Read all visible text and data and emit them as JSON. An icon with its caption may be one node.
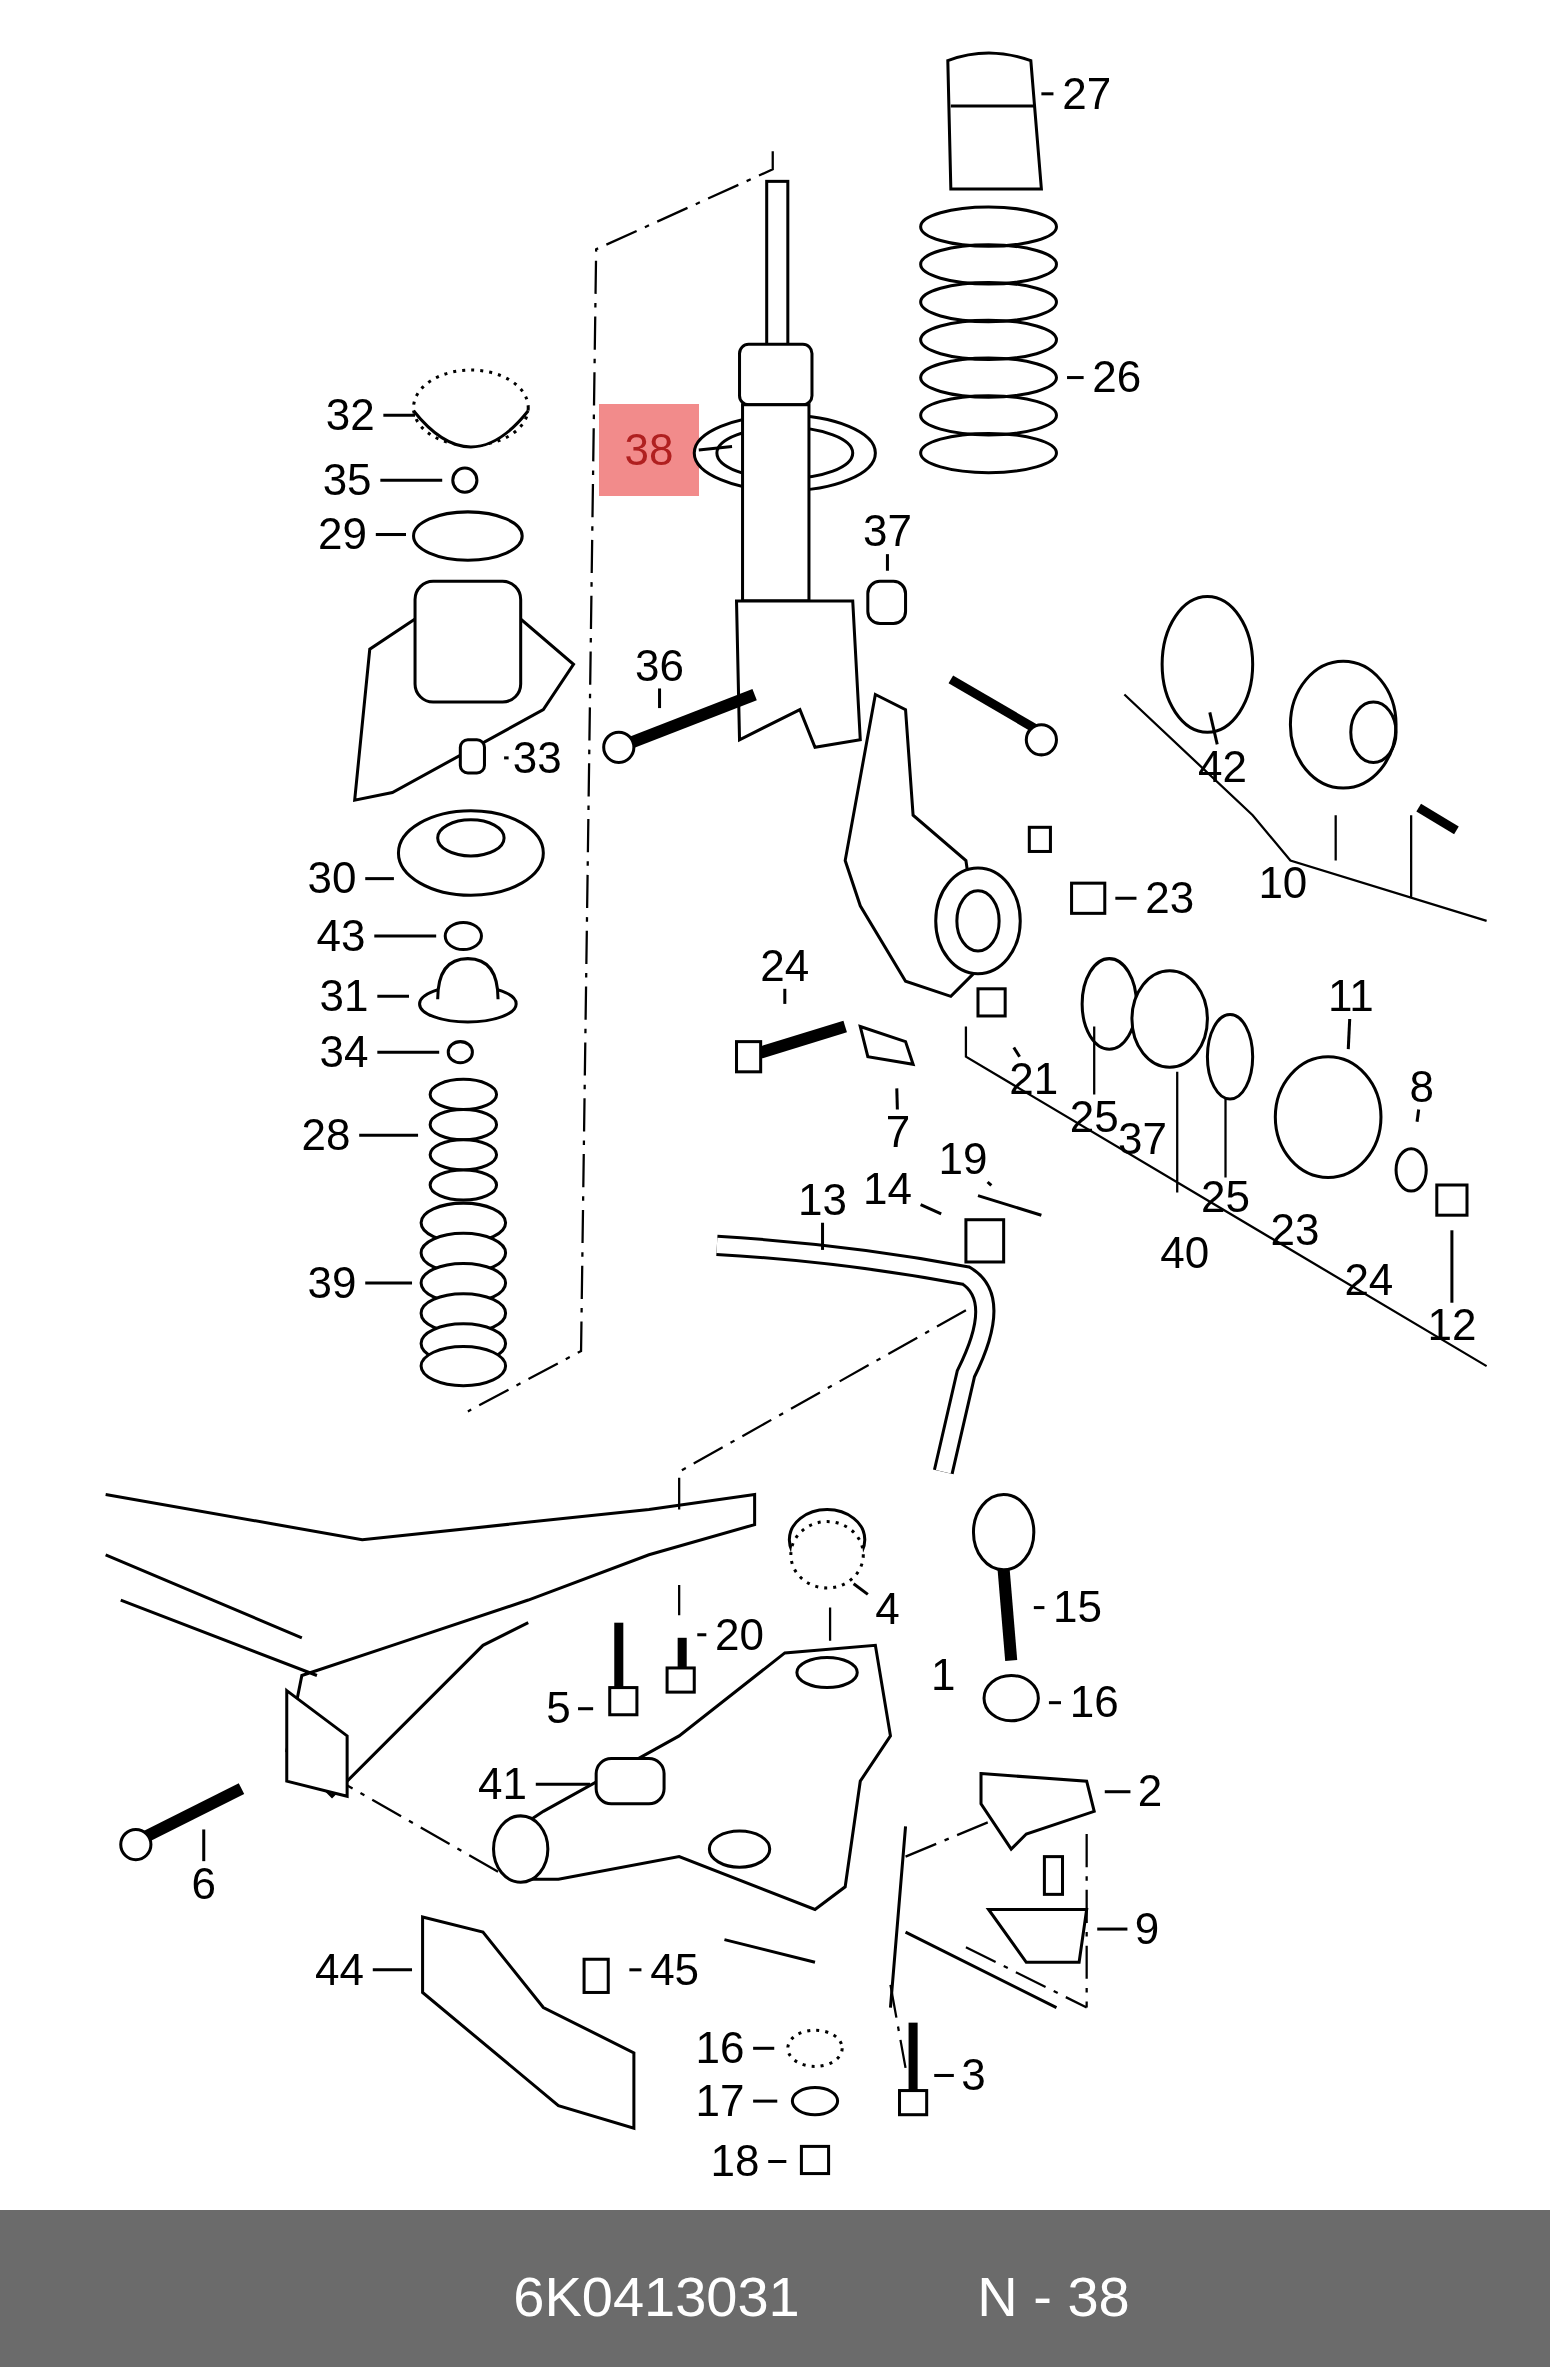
{
  "diagram": {
    "nodes": [
      {
        "text": [
          "27"
        ]
      },
      {
        "text": [
          "26"
        ]
      },
      {
        "text": [
          "32"
        ]
      },
      {
        "text": [
          "38"
        ]
      },
      {
        "text": [
          "35"
        ]
      },
      {
        "text": [
          "29"
        ]
      },
      {
        "text": [
          "37"
        ]
      },
      {
        "text": [
          "36"
        ]
      },
      {
        "text": [
          "33"
        ]
      },
      {
        "text": [
          "42"
        ]
      },
      {
        "text": [
          "30"
        ]
      },
      {
        "text": [
          "43"
        ]
      },
      {
        "text": [
          "23"
        ]
      },
      {
        "text": [
          "24"
        ]
      },
      {
        "text": [
          "31"
        ]
      },
      {
        "text": [
          "11"
        ]
      },
      {
        "text": [
          "34"
        ]
      },
      {
        "text": [
          "21"
        ]
      },
      {
        "text": [
          "8"
        ]
      },
      {
        "text": [
          "7"
        ]
      },
      {
        "text": [
          "28"
        ]
      },
      {
        "text": [
          "19"
        ]
      },
      {
        "text": [
          "13"
        ]
      },
      {
        "text": [
          "14"
        ]
      },
      {
        "text": [
          "12"
        ]
      },
      {
        "text": [
          "39"
        ]
      },
      {
        "text": [
          "4"
        ]
      },
      {
        "text": [
          "15"
        ]
      },
      {
        "text": [
          "20"
        ]
      },
      {
        "text": [
          "16"
        ]
      },
      {
        "text": [
          "5"
        ]
      },
      {
        "text": [
          "41"
        ]
      },
      {
        "text": [
          "2"
        ]
      },
      {
        "text": [
          "6"
        ]
      },
      {
        "text": [
          "9"
        ]
      },
      {
        "text": [
          "44"
        ]
      },
      {
        "text": [
          "45"
        ]
      },
      {
        "text": [
          "16"
        ]
      },
      {
        "text": [
          "3"
        ]
      },
      {
        "text": [
          "17"
        ]
      },
      {
        "text": [
          "18"
        ]
      }
    ],
    "edges": [
      {
        "from": 0,
        "to": null,
        "arrow": "none"
      },
      {
        "from": 1,
        "to": null,
        "arrow": "none"
      },
      {
        "from": 2,
        "to": null,
        "arrow": "none"
      },
      {
        "from": 3,
        "to": null,
        "arrow": "none"
      },
      {
        "from": 4,
        "to": null,
        "arrow": "none"
      },
      {
        "from": 5,
        "to": null,
        "arrow": "none"
      },
      {
        "from": 6,
        "to": null,
        "arrow": "none"
      },
      {
        "from": 7,
        "to": null,
        "arrow": "none"
      },
      {
        "from": 8,
        "to": null,
        "arrow": "none"
      },
      {
        "from": 9,
        "to": null,
        "arrow": "none"
      },
      {
        "from": 10,
        "to": null,
        "arrow": "none"
      },
      {
        "from": 11,
        "to": null,
        "arrow": "none"
      },
      {
        "from": 12,
        "to": null,
        "arrow": "none"
      },
      {
        "from": 13,
        "to": null,
        "arrow": "none"
      },
      {
        "from": 14,
        "to": null,
        "arrow": "none"
      },
      {
        "from": 15,
        "to": null,
        "arrow": "none"
      },
      {
        "from": 16,
        "to": null,
        "arrow": "none"
      },
      {
        "from": 17,
        "to": null,
        "arrow": "none"
      },
      {
        "from": 18,
        "to": null,
        "arrow": "none"
      },
      {
        "from": 19,
        "to": null,
        "arrow": "none"
      },
      {
        "from": 20,
        "to": null,
        "arrow": "none"
      },
      {
        "from": 21,
        "to": null,
        "arrow": "none"
      },
      {
        "from": 22,
        "to": null,
        "arrow": "none"
      },
      {
        "from": 23,
        "to": null,
        "arrow": "none"
      },
      {
        "from": 24,
        "to": null,
        "arrow": "none"
      },
      {
        "from": 25,
        "to": null,
        "arrow": "none"
      },
      {
        "from": 26,
        "to": null,
        "arrow": "none"
      },
      {
        "from": 27,
        "to": null,
        "arrow": "none"
      },
      {
        "from": 28,
        "to": null,
        "arrow": "none"
      },
      {
        "from": 29,
        "to": null,
        "arrow": "none"
      },
      {
        "from": 30,
        "to": null,
        "arrow": "none"
      },
      {
        "from": 31,
        "to": null,
        "arrow": "none"
      },
      {
        "from": 32,
        "to": null,
        "arrow": "none"
      },
      {
        "from": 33,
        "to": null,
        "arrow": "none"
      },
      {
        "from": 34,
        "to": null,
        "arrow": "none"
      },
      {
        "from": 35,
        "to": null,
        "arrow": "none"
      },
      {
        "from": 36,
        "to": null,
        "arrow": "none"
      },
      {
        "from": 37,
        "to": null,
        "arrow": "none"
      },
      {
        "from": 38,
        "to": null,
        "arrow": "none"
      },
      {
        "from": 39,
        "to": null,
        "arrow": "none"
      },
      {
        "from": 40,
        "to": null,
        "arrow": "none"
      }
    ],
    "labels": [
      "10",
      "25",
      "37",
      "25",
      "23",
      "40",
      "24",
      "1",
      "6K0413031",
      "N - 38"
    ]
  }
}
